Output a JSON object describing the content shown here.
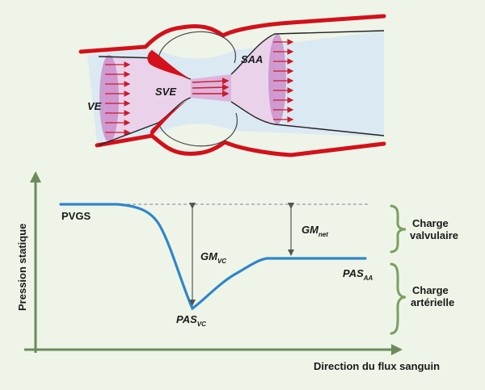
{
  "colors": {
    "background": "#eef5e8",
    "vessel_wall": "#d4101a",
    "flow_fill": "#ead3ea",
    "jet_fill": "#dcb4dc",
    "arrow": "#cc1a2a",
    "pressure_curve": "#2f86c8",
    "axis": "#6b8b5a",
    "bracket": "#7aa060",
    "dashed_line": "#8080b0"
  },
  "diagram": {
    "labels": {
      "ve": "VE",
      "sve": "SVE",
      "saa": "SAA"
    }
  },
  "graph": {
    "y_axis_label": "Pression statique",
    "x_axis_label": "Direction du flux sanguin",
    "pvgs": "PVGS",
    "pas_vc": {
      "main": "PAS",
      "sub": "VC"
    },
    "pas_aa": {
      "main": "PAS",
      "sub": "AA"
    },
    "gm_vc": {
      "main": "GM",
      "sub": "VC"
    },
    "gm_net": {
      "main": "GM",
      "sub": "net"
    },
    "charge_valvulaire": [
      "Charge",
      "valvulaire"
    ],
    "charge_arterielle": [
      "Charge",
      "artérielle"
    ]
  }
}
